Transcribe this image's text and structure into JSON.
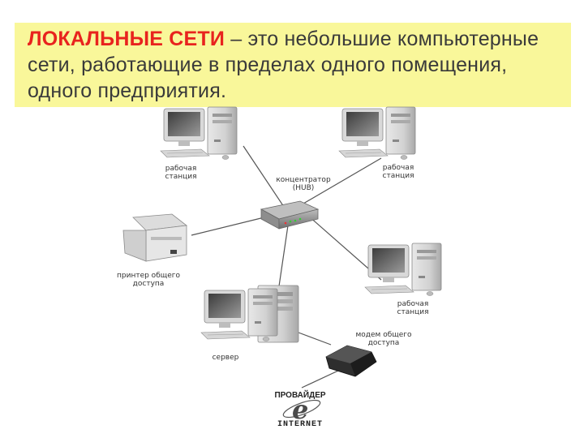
{
  "heading": {
    "term": "ЛОКАЛЬНЫЕ СЕТИ",
    "text": " – это небольшие компьютерные сети,  работающие в пределах одного помещения, одного предприятия."
  },
  "diagram": {
    "labels": {
      "workstation_top_left": "рабочая станция",
      "hub": "концентратор (HUB)",
      "workstation_top_right": "рабочая станция",
      "printer": "принтер общего доступа",
      "workstation_right": "рабочая станция",
      "server": "сервер",
      "modem": "модем общего доступа",
      "provider": "ПРОВАЙДЕР",
      "internet": "INTERNET"
    },
    "icons": {
      "workstation": "workstation-icon",
      "printer": "printer-icon",
      "hub": "hub-icon",
      "modem": "modem-icon",
      "server": "server-icon",
      "internet": "internet-logo-icon"
    }
  }
}
